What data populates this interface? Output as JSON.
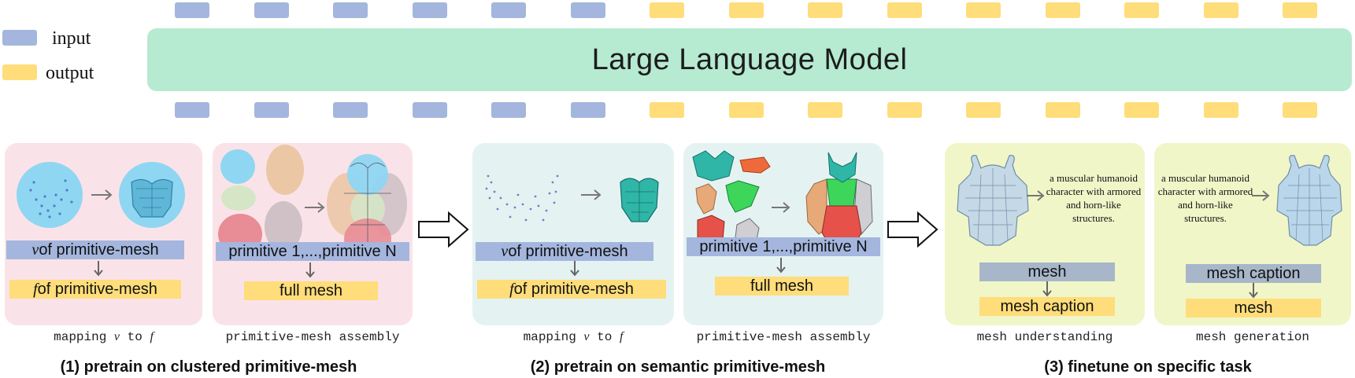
{
  "legend": {
    "input_label": "input",
    "output_label": "output",
    "input_color": "#a4b6de",
    "output_color": "#fedd7a"
  },
  "llm": {
    "title": "Large Language Model",
    "color": "#b6ead1"
  },
  "tokens": {
    "input_count": 6,
    "output_count": 9
  },
  "stage1": {
    "title": "(1) pretrain on clustered primitive-mesh",
    "panel_a": {
      "input_var": "v",
      "input_rest": " of primitive-mesh",
      "output_var": "f",
      "output_rest": " of primitive-mesh",
      "sub_prefix": "mapping ",
      "sub_v": "v",
      "sub_mid": " to ",
      "sub_f": "f"
    },
    "panel_b": {
      "input": "primitive 1,...,primitive N",
      "output": "full mesh",
      "sub": "primitive-mesh assembly"
    }
  },
  "stage2": {
    "title": "(2) pretrain on semantic primitive-mesh",
    "panel_a": {
      "input_var": "v",
      "input_rest": " of primitive-mesh",
      "output_var": "f",
      "output_rest": " of primitive-mesh",
      "sub_prefix": "mapping ",
      "sub_v": "v",
      "sub_mid": " to ",
      "sub_f": "f"
    },
    "panel_b": {
      "input": "primitive 1,...,primitive N",
      "output": "full mesh",
      "sub": "primitive-mesh assembly"
    }
  },
  "stage3": {
    "title": "(3) finetune on specific task",
    "panel_a": {
      "caption": "a muscular humanoid character with armored and horn-like structures.",
      "input": "mesh",
      "output": "mesh caption",
      "sub": "mesh understanding"
    },
    "panel_b": {
      "caption": "a muscular humanoid character with armored and horn-like structures.",
      "input": "mesh caption",
      "output": "mesh",
      "sub": "mesh generation"
    }
  }
}
